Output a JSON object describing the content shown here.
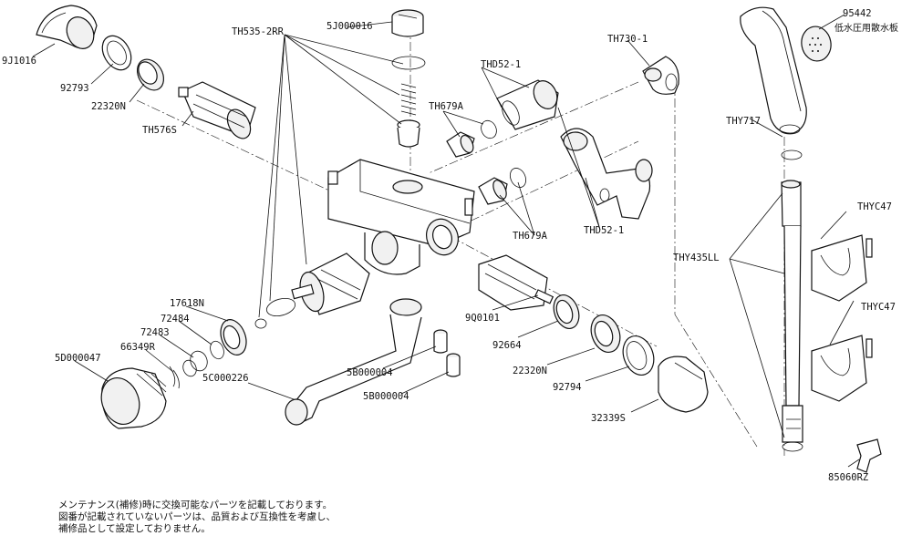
{
  "labels": {
    "p9J1016": "9J1016",
    "p92793": "92793",
    "p22320N_a": "22320N",
    "pTH576S": "TH576S",
    "pTH535": "TH535-2RR",
    "p5J000016": "5J000016",
    "pTHD52_a": "THD52-1",
    "pTH679A_a": "TH679A",
    "pTH730": "TH730-1",
    "p95442": "95442",
    "p95442_desc": "低水圧用散水板",
    "pTHY717": "THY717",
    "pTHYC47_a": "THYC47",
    "pTHY435LL": "THY435LL",
    "pTHYC47_b": "THYC47",
    "pTH679A_b": "TH679A",
    "pTHD52_b": "THD52-1",
    "p17618N": "17618N",
    "p72484": "72484",
    "p72483": "72483",
    "p66349R": "66349R",
    "p5D000047": "5D000047",
    "p5C000226": "5C000226",
    "p5B000004_a": "5B000004",
    "p5B000004_b": "5B000004",
    "p9Q0101": "9Q0101",
    "p92664": "92664",
    "p22320N_b": "22320N",
    "p92794": "92794",
    "p32339S": "32339S",
    "p85060RZ": "85060RZ"
  },
  "footnote": {
    "line1": "メンテナンス(補修)時に交換可能なパーツを記載しております。",
    "line2": "図番が記載されていないパーツは、品質および互換性を考慮し、",
    "line3": "補修品として設定しておりません。"
  }
}
